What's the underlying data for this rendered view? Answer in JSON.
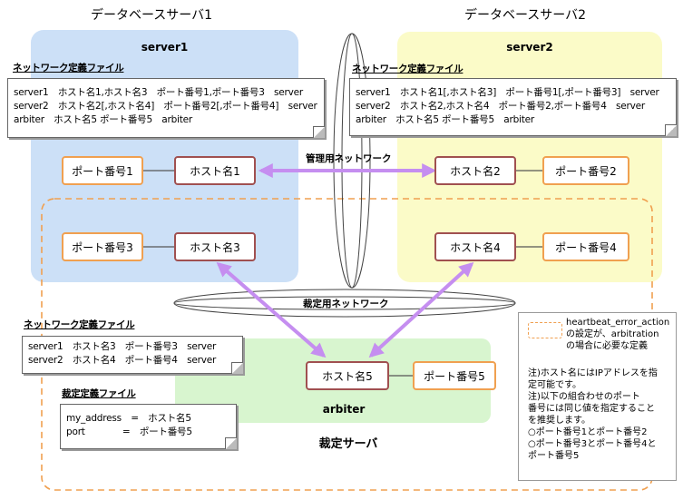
{
  "titles": {
    "db_server1": "データベースサーバ1",
    "db_server2": "データベースサーバ2",
    "arbiter_server": "裁定サーバ"
  },
  "zones": {
    "server1": "server1",
    "server2": "server2",
    "arbiter": "arbiter"
  },
  "server1": {
    "file_title": "ネットワーク定義ファイル",
    "lines": [
      "server1　ホスト名1,ホスト名3　ポート番号1,ポート番号3　server",
      "server2　ホスト名2[,ホスト名4]　ポート番号2[,ポート番号4]　server",
      "arbiter　ホスト名5 ポート番号5　arbiter"
    ],
    "port_a": "ポート番号1",
    "host_a": "ホスト名1",
    "port_b": "ポート番号3",
    "host_b": "ホスト名3"
  },
  "server2": {
    "file_title": "ネットワーク定義ファイル",
    "lines": [
      "server1　ホスト名1[,ホスト名3]　ポート番号1[,ポート番号3]　server",
      "server2　ホスト名2,ホスト名4　ポート番号2,ポート番号4　server",
      "arbiter　ホスト名5 ポート番号5　arbiter"
    ],
    "host_a": "ホスト名2",
    "port_a": "ポート番号2",
    "host_b": "ホスト名4",
    "port_b": "ポート番号4"
  },
  "arbiter": {
    "net_file_title": "ネットワーク定義ファイル",
    "net_lines": [
      "server1　ホスト名3　ポート番号3　server",
      "server2　ホスト名4　ポート番号4　server"
    ],
    "arb_file_title": "裁定定義ファイル",
    "arb_lines": [
      "my_address　=　ホスト名5",
      "port　　　　=　ポート番号5"
    ],
    "host": "ホスト名5",
    "port": "ポート番号5"
  },
  "networks": {
    "management": "管理用ネットワーク",
    "arbitration": "裁定用ネットワーク"
  },
  "legend": {
    "lines": [
      "heartbeat_error_action",
      "の設定が、arbitration",
      "の場合に必要な定義"
    ],
    "notes": [
      "注)ホスト名にはIPアドレスを指",
      "定可能です。",
      "注)以下の組合わせのポート",
      "番号には同じ値を指定すること",
      "を推奨します。",
      "○ポート番号1とポート番号2",
      "○ポート番号3とポート番号4と",
      "ポート番号5"
    ]
  },
  "colors": {
    "server1_bg": "#cce0f7",
    "server2_bg": "#fbfbc8",
    "arbiter_bg": "#d8f5cf",
    "dashed_border": "#f0a050",
    "arrow": "#c58ef0"
  }
}
